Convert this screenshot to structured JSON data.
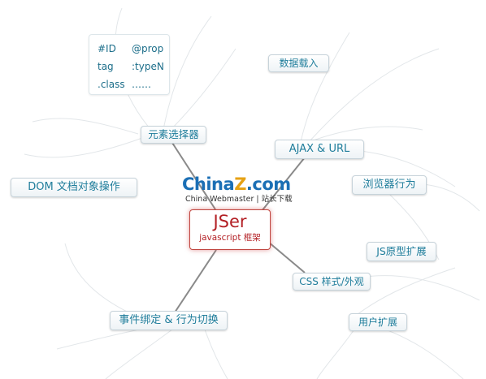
{
  "diagram": {
    "center": {
      "title": "JSer",
      "subtitle": "javascript 框架"
    },
    "logo": {
      "brand_left": "China",
      "brand_z": "Z",
      "brand_right": ".com",
      "tagline": "China Webmaster | 站长下载"
    },
    "nodes": {
      "selector": "元素选择器",
      "ajax": "AJAX & URL",
      "dom": "DOM 文档对象操作",
      "events": "事件绑定 & 行为切换",
      "css": "CSS 样式/外观",
      "data_load": "数据载入",
      "browser": "浏览器行为",
      "proto": "JS原型扩展",
      "user_ext": "用户扩展"
    },
    "selector_legend": {
      "col1": [
        "#ID",
        "tag",
        ".class"
      ],
      "col2": [
        "@prop",
        ":typeN",
        "……"
      ]
    }
  },
  "colors": {
    "node_text": "#1f7d9b",
    "center_text": "#b31f24",
    "connector": "#8a8a8a",
    "decor_lines": "#e3e7ea"
  }
}
